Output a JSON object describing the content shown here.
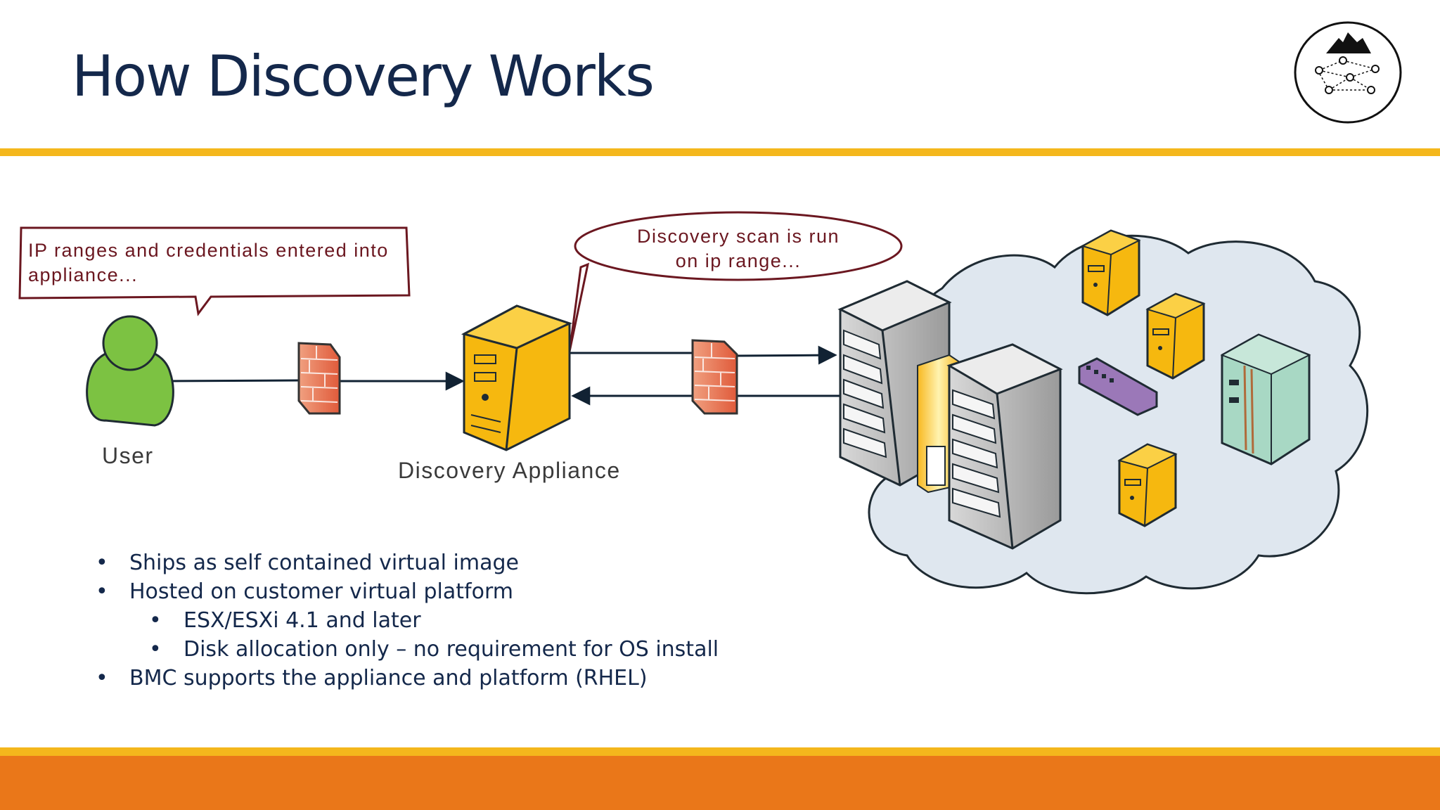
{
  "slide": {
    "title": "How Discovery Works"
  },
  "callouts": {
    "credentials_line1": "IP ranges and credentials entered into",
    "credentials_line2": "appliance...",
    "scan_line1": "Discovery scan is run",
    "scan_line2": "on ip range..."
  },
  "labels": {
    "user": "User",
    "appliance": "Discovery Appliance"
  },
  "bullets": [
    {
      "text": "Ships as self contained virtual image",
      "level": 1
    },
    {
      "text": "Hosted on customer virtual platform",
      "level": 1
    },
    {
      "text": "ESX/ESXi 4.1 and later",
      "level": 2
    },
    {
      "text": "Disk allocation only – no requirement for OS install",
      "level": 2
    },
    {
      "text": "BMC supports the appliance and platform (RHEL)",
      "level": 1
    }
  ],
  "bullet_glyph": "•",
  "colors": {
    "title": "#14284b",
    "accent_yellow": "#f4b71c",
    "accent_orange": "#ea7719",
    "callout_border": "#6b1720",
    "user_green": "#7cc242",
    "server_gold": "#f6b80f",
    "cloud": "#dfe7ef"
  },
  "icons": [
    "user-icon",
    "firewall-icon",
    "server-icon",
    "rack-server-icon",
    "network-switch-icon",
    "cloud-icon",
    "mountain-network-logo-icon"
  ]
}
